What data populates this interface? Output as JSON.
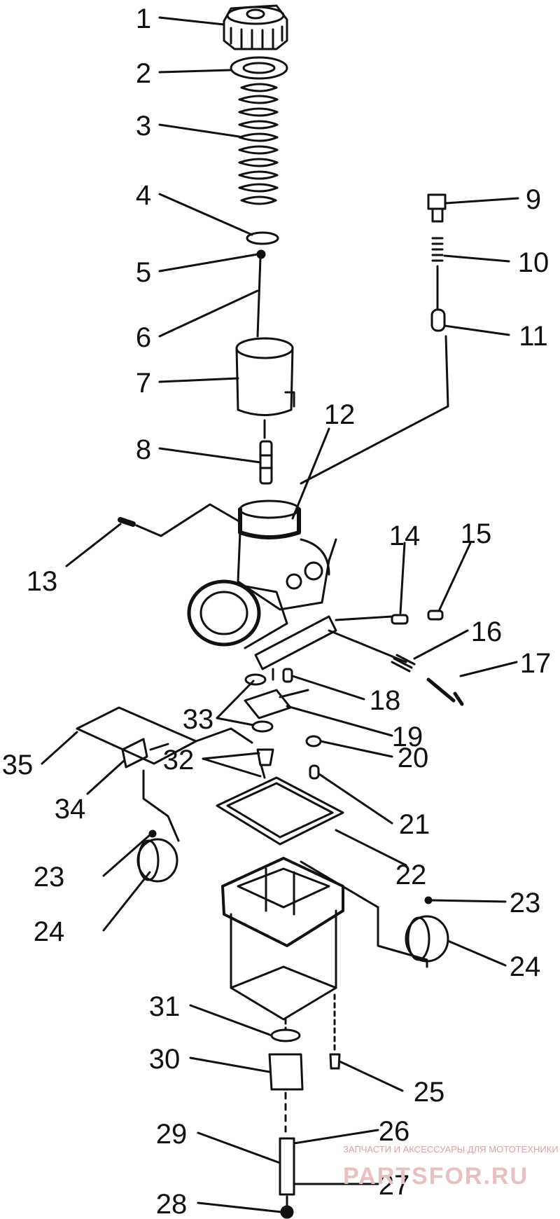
{
  "callouts": [
    {
      "id": "1",
      "label": "1"
    },
    {
      "id": "2",
      "label": "2"
    },
    {
      "id": "3",
      "label": "3"
    },
    {
      "id": "4",
      "label": "4"
    },
    {
      "id": "5",
      "label": "5"
    },
    {
      "id": "6",
      "label": "6"
    },
    {
      "id": "7",
      "label": "7"
    },
    {
      "id": "8",
      "label": "8"
    },
    {
      "id": "9",
      "label": "9"
    },
    {
      "id": "10",
      "label": "10"
    },
    {
      "id": "11",
      "label": "11"
    },
    {
      "id": "12",
      "label": "12"
    },
    {
      "id": "13",
      "label": "13"
    },
    {
      "id": "14",
      "label": "14"
    },
    {
      "id": "15",
      "label": "15"
    },
    {
      "id": "16",
      "label": "16"
    },
    {
      "id": "17",
      "label": "17"
    },
    {
      "id": "18",
      "label": "18"
    },
    {
      "id": "19",
      "label": "19"
    },
    {
      "id": "20",
      "label": "20"
    },
    {
      "id": "21",
      "label": "21"
    },
    {
      "id": "22",
      "label": "22"
    },
    {
      "id": "23a",
      "label": "23"
    },
    {
      "id": "23b",
      "label": "23"
    },
    {
      "id": "24a",
      "label": "24"
    },
    {
      "id": "24b",
      "label": "24"
    },
    {
      "id": "25",
      "label": "25"
    },
    {
      "id": "26",
      "label": "26"
    },
    {
      "id": "27",
      "label": "27"
    },
    {
      "id": "28",
      "label": "28"
    },
    {
      "id": "29",
      "label": "29"
    },
    {
      "id": "30",
      "label": "30"
    },
    {
      "id": "31",
      "label": "31"
    },
    {
      "id": "32",
      "label": "32"
    },
    {
      "id": "33",
      "label": "33"
    },
    {
      "id": "34",
      "label": "34"
    },
    {
      "id": "35",
      "label": "35"
    }
  ],
  "watermark": {
    "tagline": "ЗАПЧАСТИ И АКСЕССУАРЫ ДЛЯ МОТОТЕХНИКИ",
    "brand": "PARTSFOR.RU"
  },
  "colors": {
    "ink": "#111111",
    "watermark": "#d9a3a3"
  }
}
